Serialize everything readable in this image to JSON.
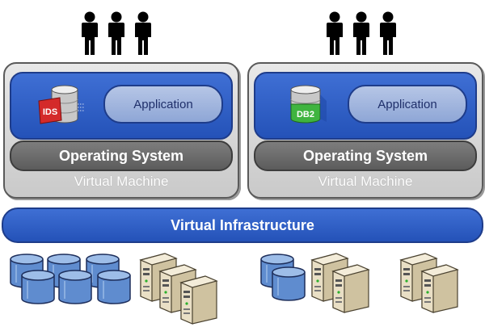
{
  "colors": {
    "band_blue": "#2a5bc4",
    "pill_light": "#a3b7e0",
    "os_gray": "#6b6b6b",
    "vm_gray": "#d8d8d8",
    "disk_blue": "#6e98d6",
    "server_beige": "#e4d7b8",
    "ids_red": "#d42a2a",
    "db2_green": "#3fb43f"
  },
  "vms": [
    {
      "users_icon": "person-icon",
      "database_icon": "database-icon",
      "database_label": "IDS",
      "application": "Application",
      "operating_system": "Operating System",
      "label": "Virtual Machine"
    },
    {
      "users_icon": "person-icon",
      "database_icon": "database-icon",
      "database_label": "DB2",
      "application": "Application",
      "operating_system": "Operating System",
      "label": "Virtual Machine"
    }
  ],
  "infrastructure": {
    "label": "Virtual Infrastructure"
  },
  "hardware": {
    "storage_icon": "disk-icon",
    "server_icon": "server-icon"
  }
}
